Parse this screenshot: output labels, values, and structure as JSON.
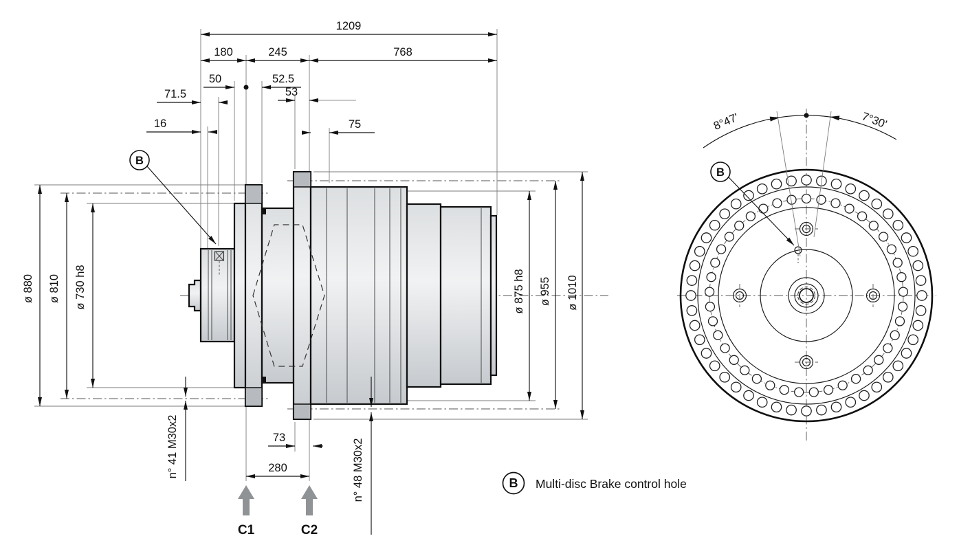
{
  "side_view": {
    "top_dims": {
      "overall": "1209",
      "seg1": "180",
      "seg2": "245",
      "seg3": "768",
      "d50": "50",
      "d52_5": "52.5",
      "d71_5": "71.5",
      "d16": "16",
      "d53": "53",
      "d75": "75"
    },
    "left_diameters": {
      "d880": "ø 880",
      "d810": "ø 810",
      "d730": "ø 730 h8"
    },
    "right_diameters": {
      "d875": "ø 875 h8",
      "d955": "ø 955",
      "d1010": "ø 1010"
    },
    "bottom_dims": {
      "bolts_left": "n° 41 M30x2",
      "d73": "73",
      "d280": "280",
      "bolts_right": "n° 48 M30x2"
    },
    "callout_b": "B",
    "c1": "C1",
    "c2": "C2"
  },
  "front_view": {
    "callout_b": "B",
    "angle_left": "8°47'",
    "angle_right": "7°30'",
    "outer_ring": {
      "count": 48,
      "pitch_radius": 168,
      "hole_radius": 7.2
    },
    "inner_ring": {
      "count": 41,
      "pitch_radius": 141,
      "hole_radius": 6.5
    }
  },
  "legend": {
    "symbol": "B",
    "text": "Multi-disc Brake control hole"
  },
  "colors": {
    "line": "#1a1a1a",
    "thin_line": "#7b7b7b",
    "body_light": "#f1f2f3",
    "body_dark": "#c6cace",
    "tab_gray": "#b7bbbf",
    "arrow_gray": "#8f9396"
  }
}
